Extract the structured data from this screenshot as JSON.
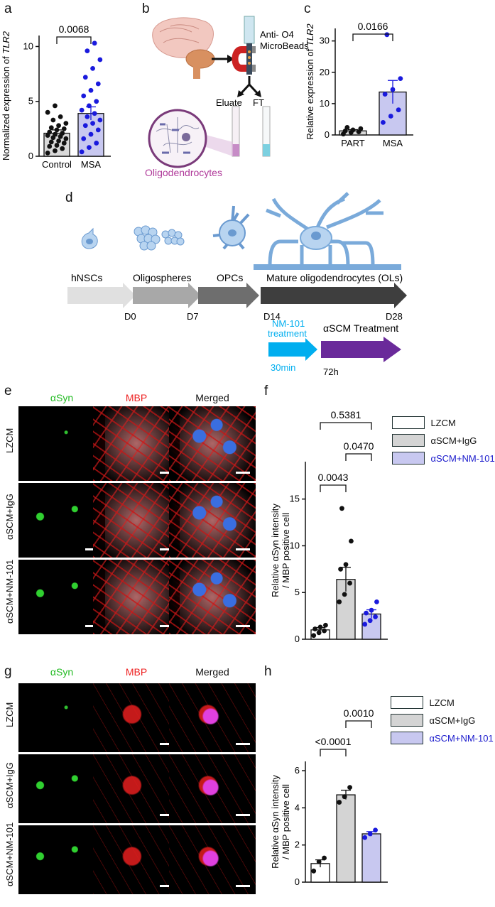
{
  "panels": {
    "a": {
      "letter": "a"
    },
    "b": {
      "letter": "b",
      "antibody_label_1": "Anti- O4",
      "antibody_label_2": "MicroBeads",
      "eluate": "Eluate",
      "ft": "FT",
      "cell_label": "Oligodendrocytes"
    },
    "c": {
      "letter": "c"
    },
    "d": {
      "letter": "d",
      "stages": [
        "hNSCs",
        "Oligospheres",
        "OPCs",
        "Mature oligodendrocytes (OLs)"
      ],
      "days": [
        "D0",
        "D7",
        "D14",
        "D28"
      ],
      "treat1_line1": "NM-101",
      "treat1_line2": "treatment",
      "treat1_time": "30min",
      "treat2": "αSCM Treatment",
      "treat2_time": "72h"
    },
    "e": {
      "letter": "e",
      "cols": [
        "αSyn",
        "MBP",
        "Merged"
      ],
      "rows": [
        "LZCM",
        "αSCM+IgG",
        "αSCM+NM-101"
      ]
    },
    "f": {
      "letter": "f"
    },
    "g": {
      "letter": "g",
      "cols": [
        "αSyn",
        "MBP",
        "Merged"
      ],
      "rows": [
        "LZCM",
        "αSCM+IgG",
        "αSCM+NM-101"
      ]
    },
    "h": {
      "letter": "h"
    }
  },
  "legend": {
    "items": [
      "LZCM",
      "αSCM+IgG",
      "αSCM+NM-101"
    ],
    "colors": [
      "#ffffff",
      "#d4d4d4",
      "#c8c8f0"
    ],
    "third_text_color": "#1a1acc"
  },
  "chart_data": [
    {
      "id": "a",
      "type": "bar",
      "categories": [
        "Control",
        "MSA"
      ],
      "values": [
        2.1,
        3.9
      ],
      "errors": [
        0.3,
        0.6
      ],
      "ylabel": "Normalized expression of TLR2",
      "ylim": [
        0,
        11
      ],
      "yticks": [
        0,
        5,
        10
      ],
      "significance": [
        {
          "pair": [
            0,
            1
          ],
          "p": "0.0068"
        }
      ],
      "point_colors": [
        "#111111",
        "#1a1add"
      ],
      "points": [
        [
          0.3,
          0.5,
          0.7,
          0.9,
          1.0,
          1.2,
          1.3,
          1.4,
          1.6,
          1.7,
          1.8,
          1.9,
          2.0,
          2.1,
          2.2,
          2.4,
          2.5,
          2.6,
          2.8,
          3.0,
          3.3,
          3.6,
          4.0,
          4.6
        ],
        [
          0.4,
          0.8,
          1.2,
          1.6,
          2.0,
          2.4,
          2.8,
          3.0,
          3.3,
          3.6,
          3.9,
          4.2,
          4.6,
          5.0,
          5.5,
          6.0,
          6.6,
          7.2,
          8.0,
          8.8,
          9.6,
          10.3
        ]
      ]
    },
    {
      "id": "c",
      "type": "bar",
      "categories": [
        "PART",
        "MSA"
      ],
      "values": [
        1.3,
        13.7
      ],
      "errors": [
        0.4,
        3.7
      ],
      "ylabel": "Relative expression of TLR2",
      "ylim": [
        0,
        34
      ],
      "yticks": [
        0,
        10,
        20,
        30
      ],
      "significance": [
        {
          "pair": [
            0,
            1
          ],
          "p": "0.0166"
        }
      ],
      "point_colors": [
        "#111111",
        "#1a1add"
      ],
      "points": [
        [
          0.3,
          0.8,
          1.0,
          1.3,
          1.6,
          2.0,
          2.4
        ],
        [
          4.0,
          6.0,
          8.0,
          13.0,
          14.5,
          18.0,
          32.0
        ]
      ]
    },
    {
      "id": "f",
      "type": "bar",
      "categories": [
        "LZCM",
        "αSCM+IgG",
        "αSCM+NM-101"
      ],
      "values": [
        1.0,
        6.4,
        2.7
      ],
      "errors": [
        0.25,
        1.3,
        0.45
      ],
      "ylabel": "Relative αSyn intensity / MBP positive cell",
      "ylim": [
        0,
        19
      ],
      "yticks": [
        0,
        5,
        10,
        15
      ],
      "significance": [
        {
          "pair": [
            0,
            1
          ],
          "p": "0.0043",
          "level": 1
        },
        {
          "pair": [
            1,
            2
          ],
          "p": "0.0470",
          "level": 2
        },
        {
          "pair": [
            0,
            2
          ],
          "p": "0.5381",
          "level": 3
        }
      ],
      "point_colors": [
        "#111111",
        "#111111",
        "#1a1add"
      ],
      "points": [
        [
          0.4,
          0.7,
          0.9,
          1.1,
          1.3,
          1.5
        ],
        [
          4.0,
          4.8,
          6.0,
          7.5,
          8.0,
          10.5,
          14.0
        ],
        [
          1.6,
          2.0,
          2.4,
          2.8,
          3.1,
          4.0
        ]
      ]
    },
    {
      "id": "h",
      "type": "bar",
      "categories": [
        "LZCM",
        "αSCM+IgG",
        "αSCM+NM-101"
      ],
      "values": [
        1.0,
        4.7,
        2.6
      ],
      "errors": [
        0.2,
        0.25,
        0.12
      ],
      "ylabel": "Relative αSyn intensity / MBP positive cell",
      "ylim": [
        0,
        6.5
      ],
      "yticks": [
        0,
        2,
        4,
        6
      ],
      "significance": [
        {
          "pair": [
            0,
            1
          ],
          "p": "<0.0001",
          "level": 1
        },
        {
          "pair": [
            1,
            2
          ],
          "p": "0.0010",
          "level": 2
        }
      ],
      "point_colors": [
        "#111111",
        "#111111",
        "#1a1add"
      ],
      "points": [
        [
          0.6,
          1.1,
          1.3
        ],
        [
          4.3,
          4.6,
          5.1
        ],
        [
          2.4,
          2.6,
          2.8
        ]
      ]
    }
  ]
}
